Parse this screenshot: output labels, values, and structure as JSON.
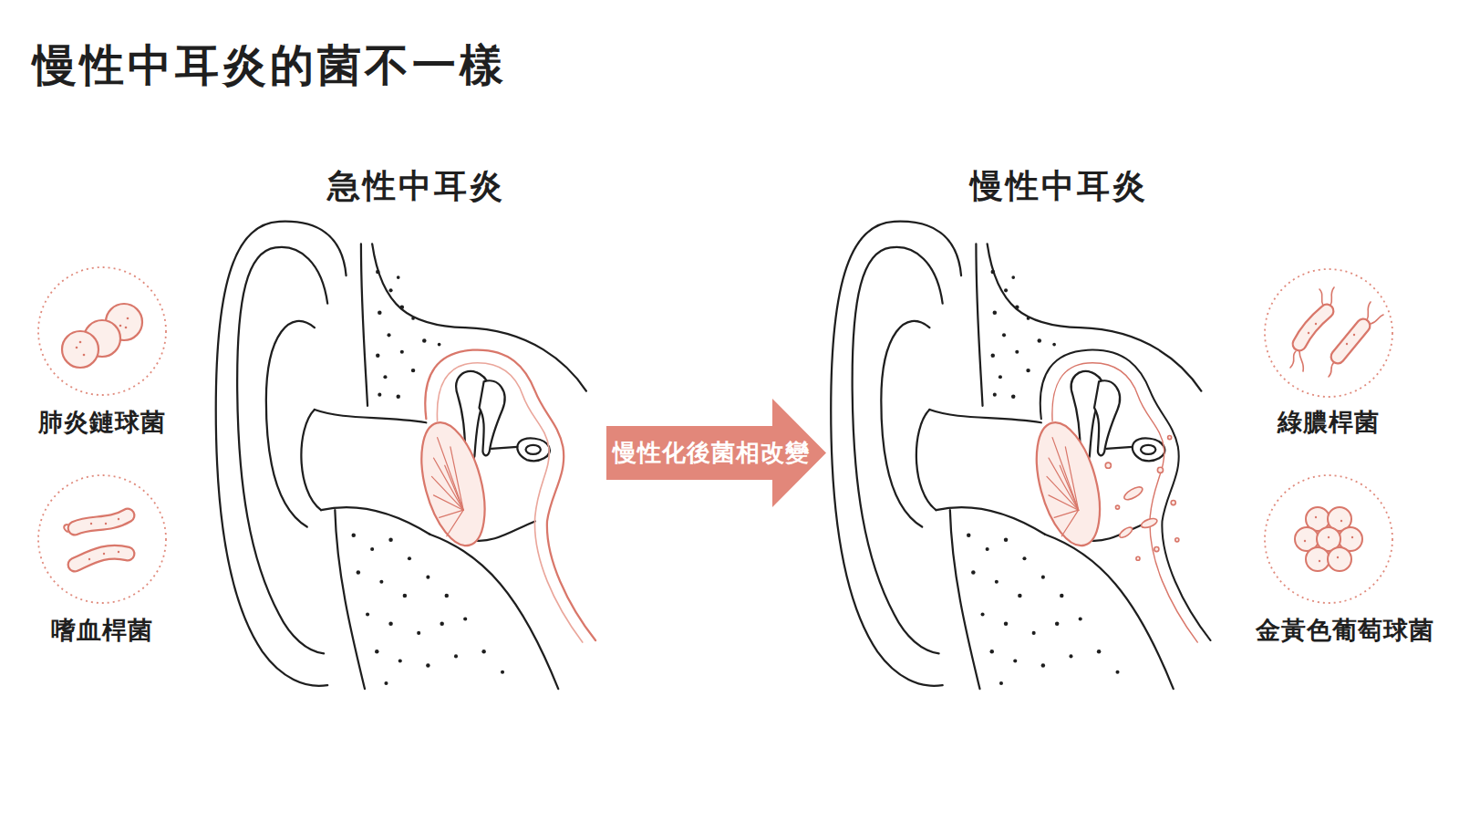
{
  "diagram": {
    "title": "慢性中耳炎的菌不一樣",
    "nodes": [
      {
        "text": [
          "肺炎鏈球菌"
        ]
      },
      {
        "text": [
          "嗜血桿菌"
        ]
      },
      {
        "text": [
          "慢性化後菌相改變"
        ]
      },
      {
        "text": [
          "綠膿桿菌"
        ]
      },
      {
        "text": [
          "金黃色葡萄球菌"
        ]
      }
    ],
    "labels": [
      "急性中耳炎",
      "慢性中耳炎"
    ]
  }
}
